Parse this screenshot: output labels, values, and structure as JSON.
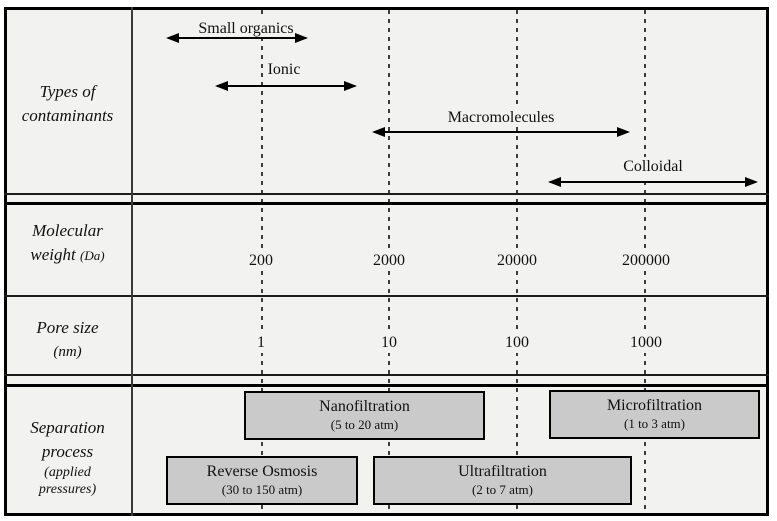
{
  "colors": {
    "page_background": "#ffffff",
    "panel_background": "#f2f2f0",
    "process_box_fill": "#cacaca",
    "grid_line": "#3b3b3b",
    "border": "#000000"
  },
  "contaminant_types": {
    "row_label_line1": "Types of",
    "row_label_line2": "contaminants",
    "arrows": [
      {
        "label": "Small organics"
      },
      {
        "label": "Ionic"
      },
      {
        "label": "Macromolecules"
      },
      {
        "label": "Colloidal"
      }
    ]
  },
  "molecular_weight": {
    "row_label_line1": "Molecular",
    "row_label_word": "weight",
    "row_label_unit": "(Da)",
    "values": [
      "200",
      "2000",
      "20000",
      "200000"
    ]
  },
  "pore_size": {
    "row_label_line1": "Pore size",
    "row_label_unit": "(nm)",
    "values": [
      "1",
      "10",
      "100",
      "1000"
    ]
  },
  "separation_processes": {
    "row_label_line1": "Separation",
    "row_label_line2": "process",
    "row_label_line3": "(applied",
    "row_label_line4": "pressures)",
    "boxes": [
      {
        "name": "Nanofiltration",
        "pressure_range": "(5 to 20 atm)"
      },
      {
        "name": "Microfiltration",
        "pressure_range": "(1 to 3 atm)"
      },
      {
        "name": "Reverse Osmosis",
        "pressure_range": "(30 to 150 atm)"
      },
      {
        "name": "Ultrafiltration",
        "pressure_range": "(2 to 7 atm)"
      }
    ]
  }
}
